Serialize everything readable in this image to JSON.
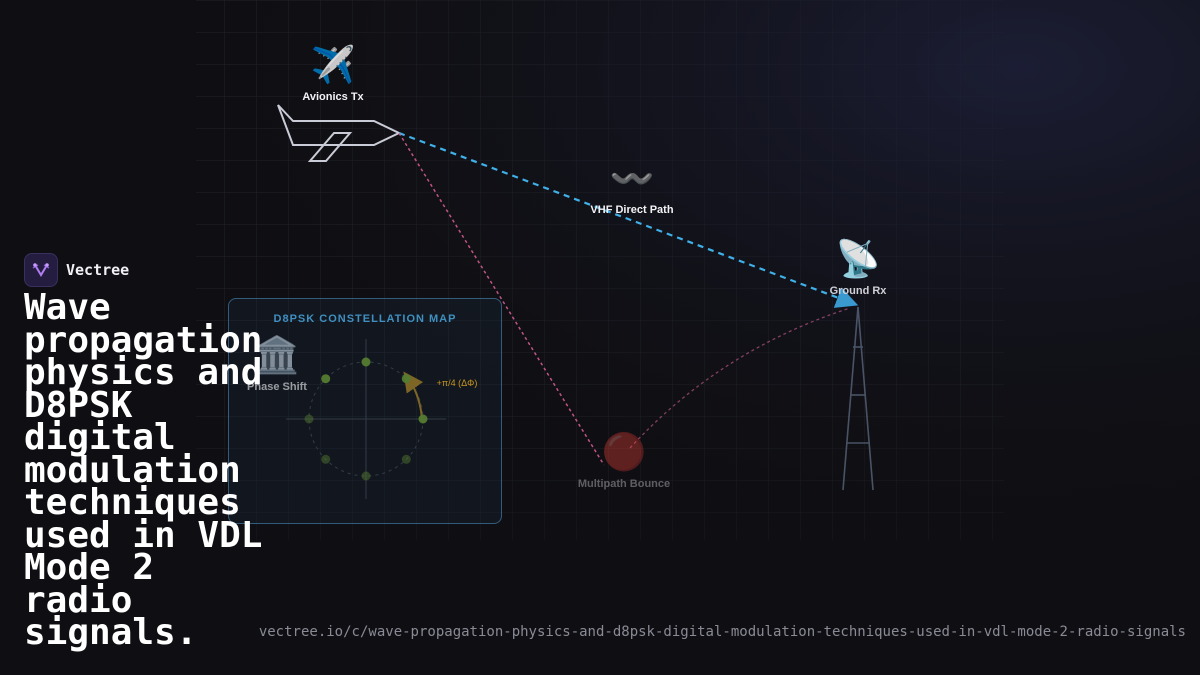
{
  "brand": {
    "name": "Vectree",
    "logo_icon": "vectree-logo-icon"
  },
  "headline": "Wave propagation physics and D8PSK digital modulation techniques used in VDL Mode 2 radio signals.",
  "url": "vectree.io/c/wave-propagation-physics-and-d8psk-digital-modulation-techniques-used-in-vdl-mode-2-radio-signals",
  "scene": {
    "nodes": {
      "avionics_tx": {
        "label": "Avionics Tx",
        "icon": "airplane-icon",
        "emoji": "✈️"
      },
      "vhf_direct": {
        "label": "VHF Direct Path",
        "icon": "wave-icon",
        "emoji": "〰️"
      },
      "ground_rx": {
        "label": "Ground Rx",
        "icon": "satellite-dish-icon",
        "emoji": "📡"
      },
      "multipath": {
        "label": "Multipath Bounce",
        "icon": "bounce-icon",
        "emoji": "🔴"
      },
      "phase_shift": {
        "label": "Phase Shift",
        "icon": "building-icon",
        "emoji": "🏛️"
      }
    },
    "constellation": {
      "title": "D8PSK CONSTELLATION MAP",
      "annotation": "+π/4 (ΔΦ)"
    }
  },
  "colors": {
    "background": "#0f0f13",
    "direct_path": "#3fb0e8",
    "reflected_path": "#e0609a",
    "constellation_point": "#6a9a2a",
    "phase_arrow": "#c8961e",
    "panel_border": "#3f8fc0",
    "accent": "#7a4ec8"
  }
}
